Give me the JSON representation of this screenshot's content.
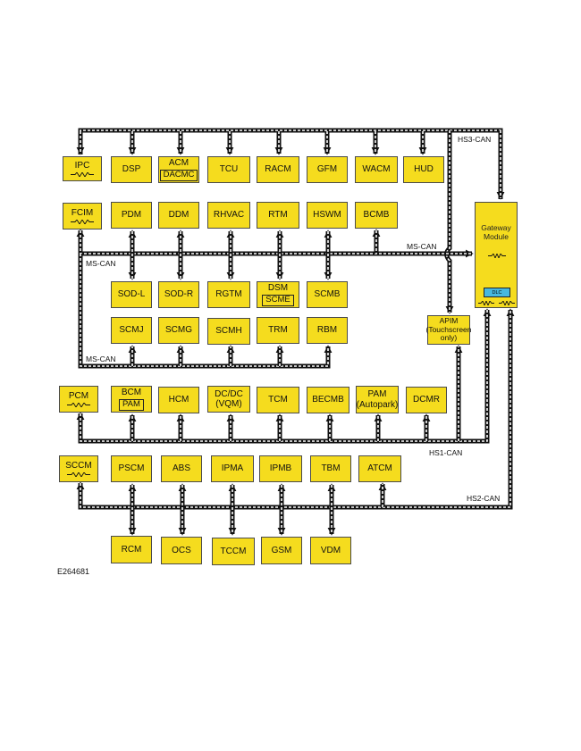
{
  "figure_id": "E264681",
  "buses": {
    "hs3": "HS3-CAN",
    "ms_right": "MS-CAN",
    "ms_left": "MS-CAN",
    "ms_lower": "MS-CAN",
    "hs1": "HS1-CAN",
    "hs2": "HS2-CAN"
  },
  "gateway": {
    "line1": "Gateway",
    "line2": "Module",
    "dlc": "DLC"
  },
  "apim": {
    "line1": "APIM",
    "line2": "(Touchscreen",
    "line3": "only)"
  },
  "hs3_modules": {
    "ipc": "IPC",
    "dsp": "DSP",
    "acm": "ACM",
    "dacmc": "DACMC",
    "tcu": "TCU",
    "racm": "RACM",
    "gfm": "GFM",
    "wacm": "WACM",
    "hud": "HUD"
  },
  "ms_top_modules": {
    "fcim": "FCIM",
    "pdm": "PDM",
    "ddm": "DDM",
    "rhvac": "RHVAC",
    "rtm": "RTM",
    "hswm": "HSWM",
    "bcmb": "BCMB"
  },
  "ms_mid_modules": {
    "sodl": "SOD-L",
    "sodr": "SOD-R",
    "rgtm": "RGTM",
    "dsm": "DSM",
    "scme": "SCME",
    "scmb": "SCMB"
  },
  "ms_low_modules": {
    "scmj": "SCMJ",
    "scmg": "SCMG",
    "scmh": "SCMH",
    "trm": "TRM",
    "rbm": "RBM"
  },
  "hs1_modules": {
    "pcm": "PCM",
    "bcm": "BCM",
    "pam_sub": "PAM",
    "hcm": "HCM",
    "dcdc_line1": "DC/DC",
    "dcdc_line2": "(VQM)",
    "tcm": "TCM",
    "becmb": "BECMB",
    "pam_line1": "PAM",
    "pam_line2": "(Autopark)",
    "dcmr": "DCMR"
  },
  "hs2_top_modules": {
    "sccm": "SCCM",
    "pscm": "PSCM",
    "abs": "ABS",
    "ipma": "IPMA",
    "ipmb": "IPMB",
    "tbm": "TBM",
    "atcm": "ATCM"
  },
  "hs2_bottom_modules": {
    "rcm": "RCM",
    "ocs": "OCS",
    "tccm": "TCCM",
    "gsm": "GSM",
    "vdm": "VDM"
  },
  "colors": {
    "module_fill": "#f5dc1e",
    "module_border": "#4a4a4a",
    "bus_line": "#111111",
    "dlc_fill": "#47b8df"
  }
}
